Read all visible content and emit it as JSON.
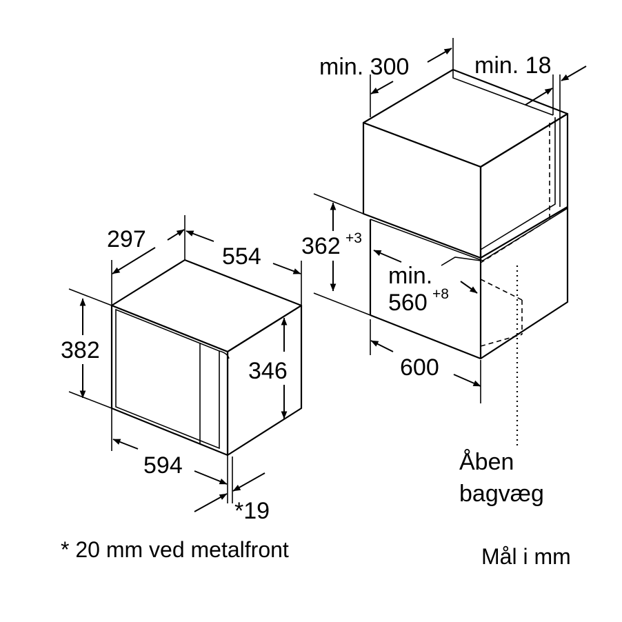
{
  "microwave": {
    "depth": "297",
    "width_top": "554",
    "height_outer": "382",
    "height_inner": "346",
    "width_bottom": "594",
    "front_thickness": "*19"
  },
  "niche": {
    "min_depth": "min. 300",
    "min_gap": "min. 18",
    "opening_height": "362",
    "opening_height_tol": "+3",
    "min_label": "min.",
    "opening_width": "560",
    "opening_width_tol": "+8",
    "cabinet_width": "600",
    "back_wall_line1": "Åben",
    "back_wall_line2": "bagvæg"
  },
  "footnote": "* 20 mm ved metalfront",
  "units": "Mål i mm",
  "colors": {
    "ink": "#000000",
    "background": "#ffffff"
  }
}
